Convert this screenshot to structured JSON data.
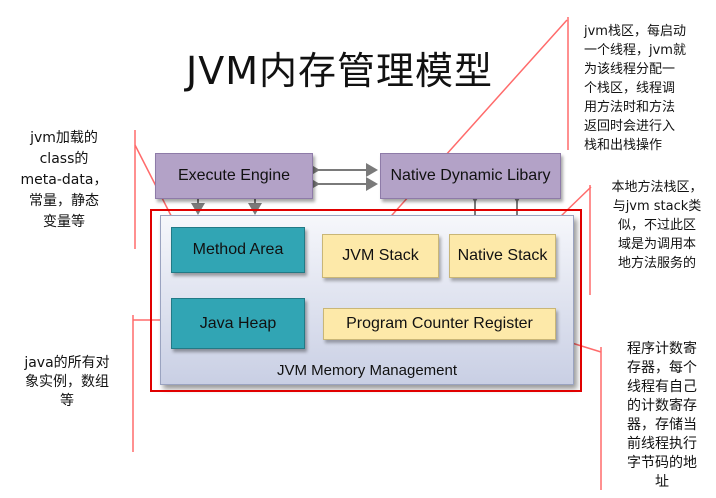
{
  "title": "JVM内存管理模型",
  "boxes": {
    "execute_engine": "Execute Engine",
    "native_library": "Native Dynamic Libary",
    "method_area": "Method Area",
    "jvm_stack": "JVM Stack",
    "native_stack": "Native Stack",
    "java_heap": "Java Heap",
    "program_counter": "Program Counter Register",
    "memory_management": "JVM Memory Management"
  },
  "notes": {
    "jvm_stack_lines": [
      "jvm栈区，每启动",
      "一个线程，jvm就",
      "为该线程分配一",
      "个栈区，线程调",
      "用方法时和方法",
      "返回时会进行入",
      "栈和出栈操作"
    ],
    "method_area_lines": [
      "jvm加载的",
      "class的",
      "meta-data，",
      "常量，静态",
      "变量等"
    ],
    "native_stack_lines": [
      "本地方法栈区，",
      "与jvm stack类",
      "似，不过此区",
      "域是为调用本",
      "地方法服务的"
    ],
    "java_heap_lines": [
      "java的所有对",
      "象实例，数组",
      "等"
    ],
    "pc_lines": [
      "程序计数寄",
      "存器，每个",
      "线程有自己",
      "的计数寄存",
      "器，存储当",
      "前线程执行",
      "字节码的地",
      "址"
    ]
  },
  "colors": {
    "accent_red": "#e00000",
    "purple_box": "#b3a2c7",
    "teal_box": "#31a5b4",
    "yellow_box": "#fde9a9"
  }
}
